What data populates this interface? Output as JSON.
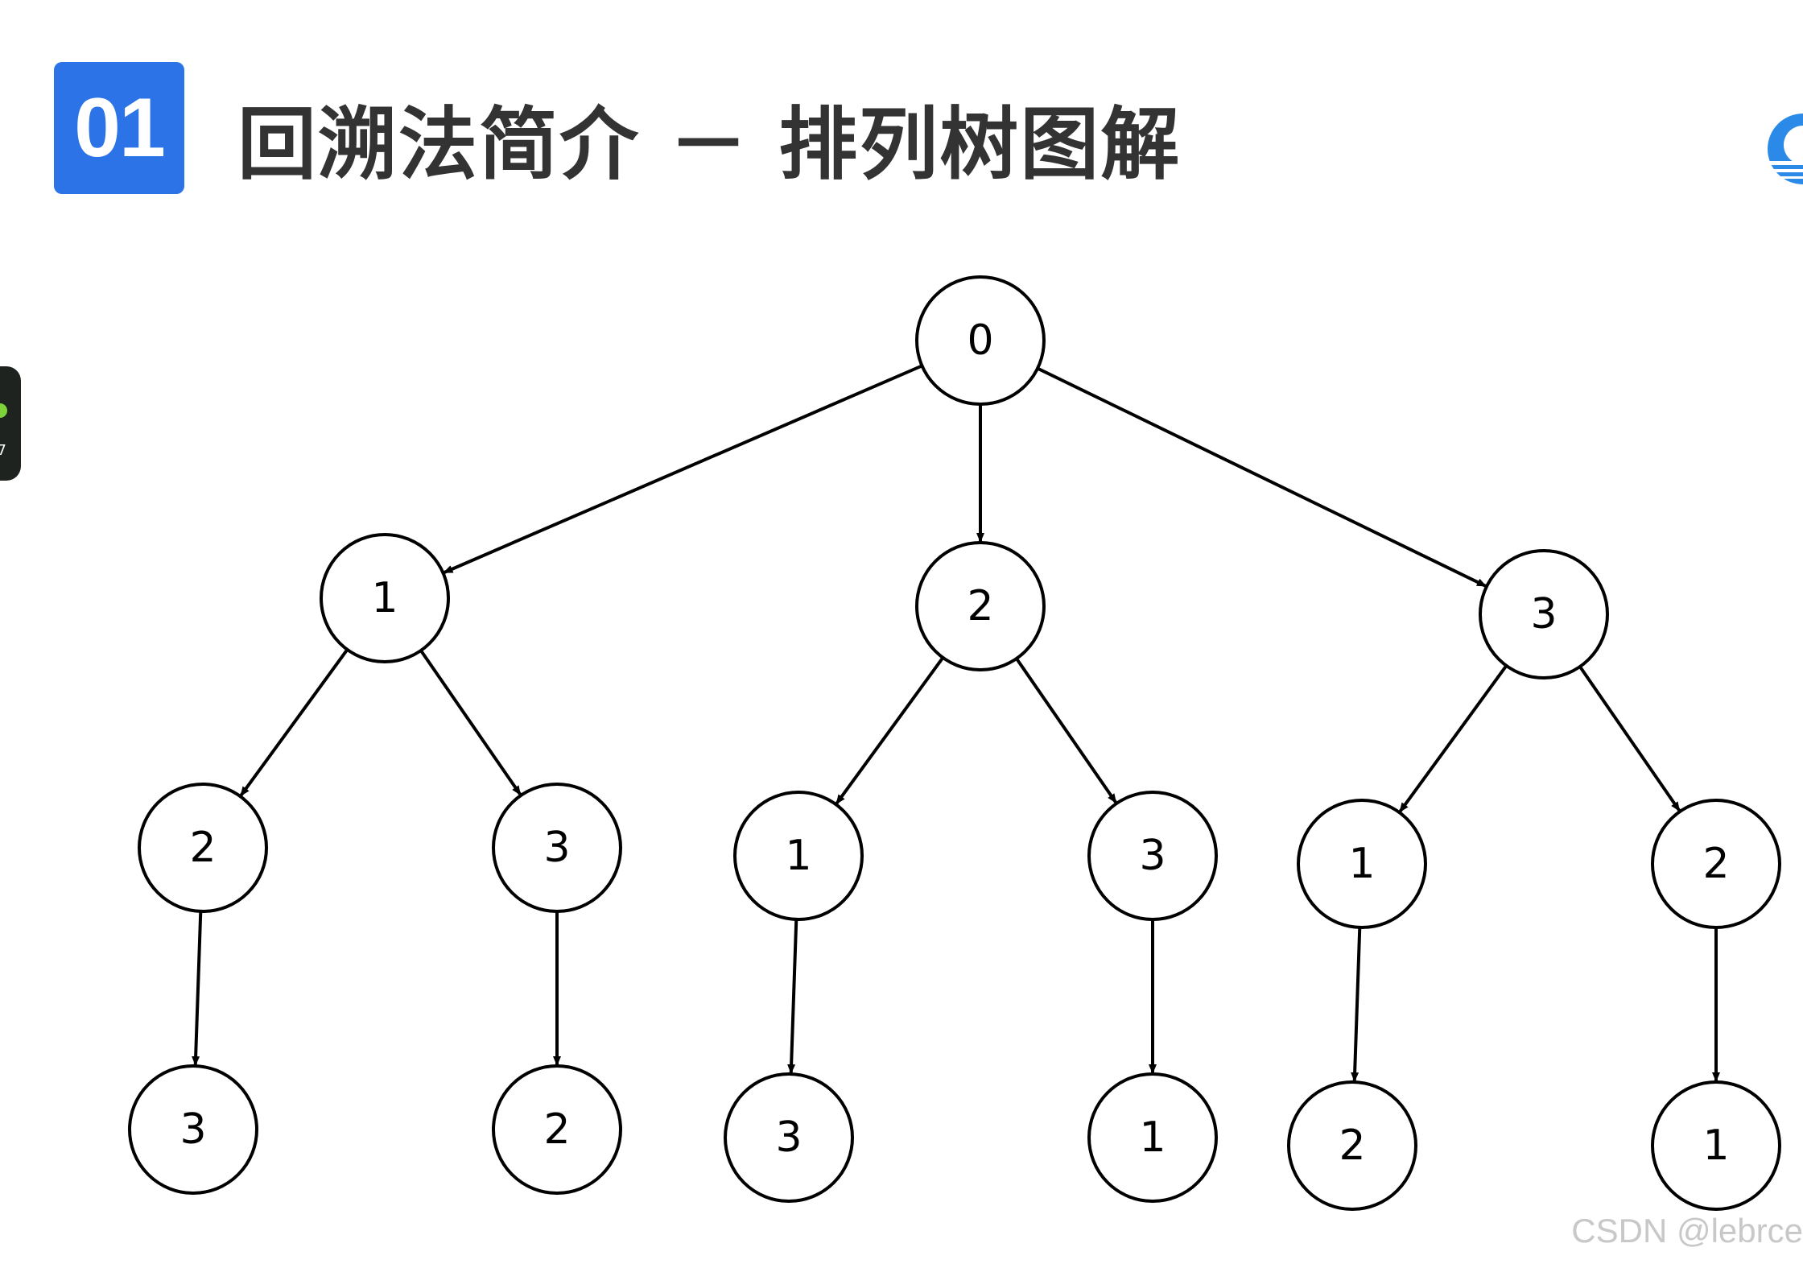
{
  "slide": {
    "number": "01",
    "title": "回溯法简介 － 排列树图解"
  },
  "watermark": "CSDN @lebrce",
  "colors": {
    "badge": "#2b73e6",
    "title": "#333333",
    "node_stroke": "#000000"
  },
  "side_widget": {
    "text": "7"
  },
  "tree": {
    "nodes": [
      {
        "id": "root",
        "label": "0"
      },
      {
        "id": "a",
        "label": "1",
        "parent": "root"
      },
      {
        "id": "b",
        "label": "2",
        "parent": "root"
      },
      {
        "id": "c",
        "label": "3",
        "parent": "root"
      },
      {
        "id": "a1",
        "label": "2",
        "parent": "a"
      },
      {
        "id": "a2",
        "label": "3",
        "parent": "a"
      },
      {
        "id": "b1",
        "label": "1",
        "parent": "b"
      },
      {
        "id": "b2",
        "label": "3",
        "parent": "b"
      },
      {
        "id": "c1",
        "label": "1",
        "parent": "c"
      },
      {
        "id": "c2",
        "label": "2",
        "parent": "c"
      },
      {
        "id": "a1x",
        "label": "3",
        "parent": "a1"
      },
      {
        "id": "a2x",
        "label": "2",
        "parent": "a2"
      },
      {
        "id": "b1x",
        "label": "3",
        "parent": "b1"
      },
      {
        "id": "b2x",
        "label": "1",
        "parent": "b2"
      },
      {
        "id": "c1x",
        "label": "2",
        "parent": "c1"
      },
      {
        "id": "c2x",
        "label": "1",
        "parent": "c2"
      }
    ]
  }
}
